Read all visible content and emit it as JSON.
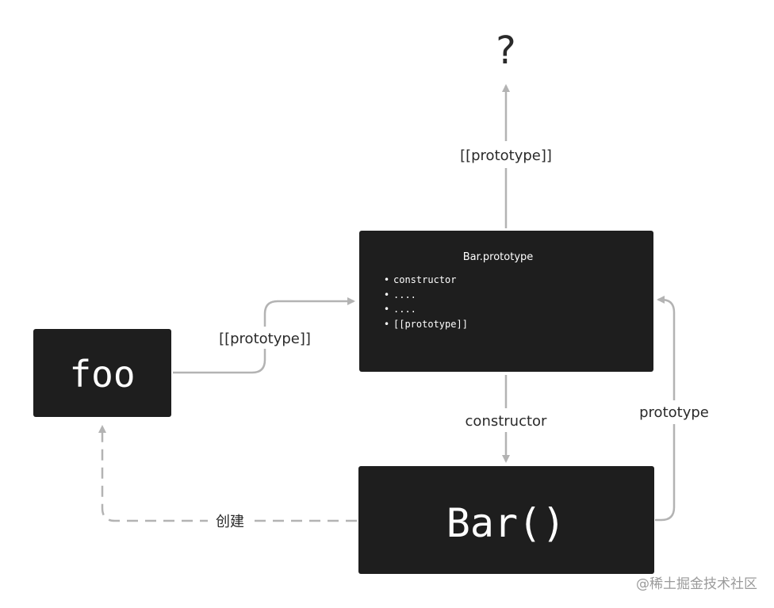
{
  "question_node": {
    "text": "?"
  },
  "edges": {
    "proto_to_unknown": "[[prototype]]",
    "foo_to_proto": "[[prototype]]",
    "proto_to_bar": "constructor",
    "bar_to_proto": "prototype",
    "bar_creates_foo": "创建"
  },
  "nodes": {
    "foo": {
      "label": "foo"
    },
    "bar_prototype": {
      "title": "Bar.prototype",
      "items": [
        "constructor",
        "....",
        "....",
        "[[prototype]]"
      ]
    },
    "bar": {
      "label": "Bar()"
    }
  },
  "watermark": "@稀土掘金技术社区",
  "colors": {
    "node_fill": "#1e1e1e",
    "edge": "#b3b3b3",
    "text_dark": "#2a2a2a",
    "text_light": "#ffffff"
  }
}
